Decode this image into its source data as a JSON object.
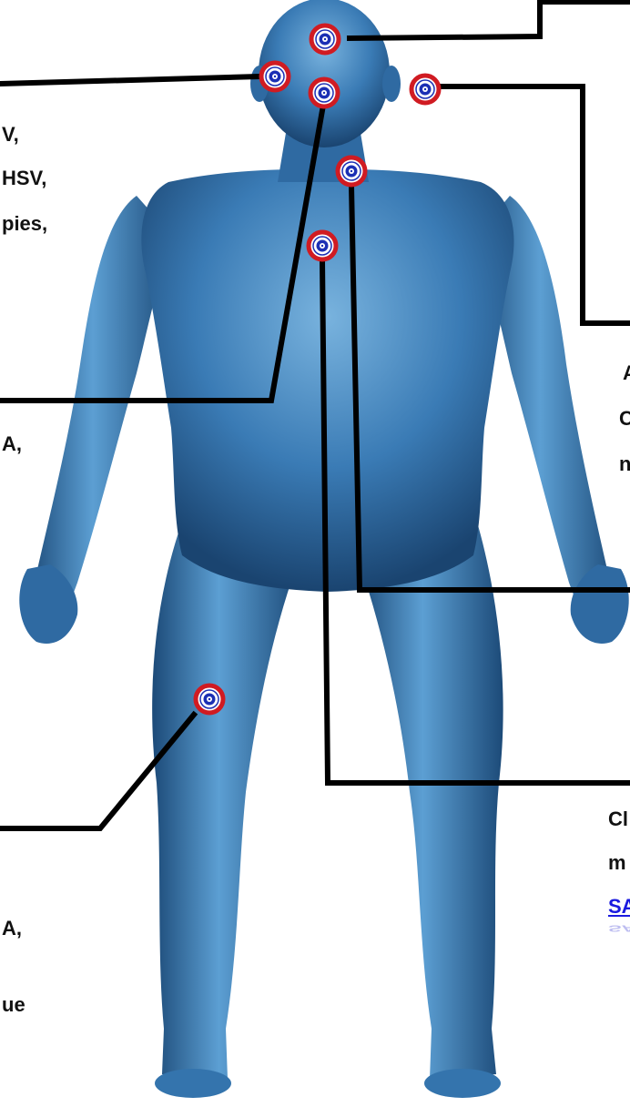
{
  "labels": {
    "left_top_1": "V,",
    "left_top_2": "HSV,",
    "left_top_3": "pies,",
    "left_mid": "A,",
    "right_mid_1": "A",
    "right_mid_2": "C",
    "right_mid_3": "n",
    "right_bottom_1": "Cl",
    "right_bottom_2": "m",
    "right_bottom_link": "SA",
    "left_bottom_1": "A,",
    "left_bottom_2": "ue"
  },
  "colors": {
    "body": "#2f6fa8",
    "body_light": "#7fb6e0",
    "body_dark": "#173e66",
    "target_red": "#d01b22",
    "target_blue": "#1b2fb4",
    "leader_line": "#000000",
    "link": "#1a1adf"
  },
  "icons": [
    "target-marker-icon"
  ]
}
